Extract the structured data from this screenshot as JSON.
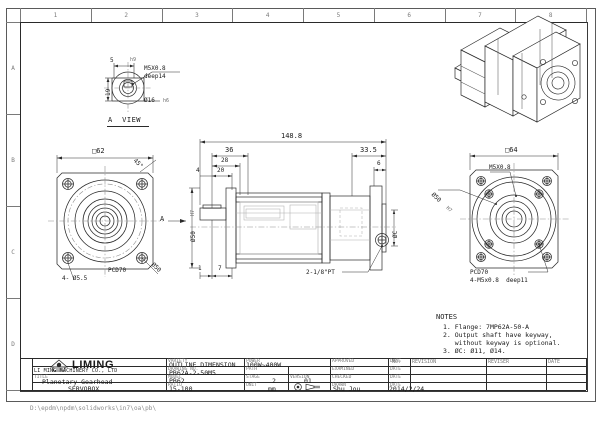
{
  "sheet": {
    "zones_top": [
      "1",
      "2",
      "3",
      "4",
      "5",
      "6",
      "7",
      "8"
    ],
    "zones_left": [
      "A",
      "B",
      "C",
      "D"
    ],
    "file_path": "D:\\epdm\\npdm\\solidworks\\in7\\oa\\pb\\"
  },
  "views": {
    "a_view": {
      "label": "A  VIEW",
      "thread_note": "M5X0.8",
      "thread_depth": "deep14",
      "shaft_dia": "Ø16",
      "shaft_tol": "h6",
      "key_width": "5",
      "key_tol": "h9",
      "key_dim": "19"
    },
    "left_front": {
      "square": "□62",
      "angle": "45°",
      "pcd": "PCD70",
      "holes": "4- Ø5.5",
      "spigot": "Ø50"
    },
    "section": {
      "overall": "148.8",
      "d36": "36",
      "d28": "28",
      "d20": "20",
      "d4": "4",
      "d33_5": "33.5",
      "d6": "6",
      "d1": "1",
      "d7": "7",
      "port": "2-1/8\"PT",
      "bore_dia": "Ø50",
      "bore_tol": "H7",
      "shaft_c": "ØC"
    },
    "right_front": {
      "square": "□64",
      "thread_note": "M5X0.8",
      "spigot": "Ø50",
      "spigot_tol": "H7",
      "pcd": "PCD70",
      "holes": "4-M5x0.8  deep11"
    }
  },
  "notes": {
    "heading": "NOTES",
    "items": [
      "1. Flange: 7MP62A-50-A",
      "2. Output shaft have keyway,",
      "   without keyway is optional.",
      "3. ØC: Ø11, Ø14."
    ]
  },
  "title_block": {
    "company": "LIMING",
    "company_sub": "LI MING MACHINERY CO., LTD",
    "title_label": "TITLE",
    "title_line1": "Planetary Gearhead",
    "title_line2": "SERVOBOX",
    "variety_label": "VARIETY",
    "variety_value": "OUTLINE DIMENSION",
    "drawing_no_label": "DRAWING NO.",
    "drawing_no_value": "PB62A-2-50M5",
    "model_label": "MODEL",
    "model_value": "PB62",
    "ratio_label": "RATIO",
    "ratio_value": "15-100",
    "power_label": "POWER",
    "power_value": "100W~400W",
    "path_label": "PATH",
    "path_value": "",
    "stage_label": "STAGE",
    "stage_value": "2",
    "version_label": "VERSION",
    "version_value": "01",
    "unit_label": "UNIT",
    "unit_value": "mm",
    "projection_symbol": "◉⊏",
    "approved_label": "APPROVED",
    "approved_value": "",
    "examined_label": "EXAMINED",
    "examined_value": "",
    "checked_label": "CHECKED",
    "checked_value": "",
    "drawn_label": "DRAWN",
    "drawn_value": "Shu  Jou",
    "date_label_1": "DATE",
    "date_label_2": "DATE",
    "date_label_3": "DATE",
    "date_label_4": "DATE",
    "date_value": "2014/2/24"
  },
  "revision_table": {
    "headers": [
      "NO.",
      "REVISION",
      "REVISER",
      "DATE"
    ],
    "rows": [
      [
        "",
        "",
        "",
        ""
      ],
      [
        "",
        "",
        "",
        ""
      ],
      [
        "",
        "",
        "",
        ""
      ]
    ]
  }
}
